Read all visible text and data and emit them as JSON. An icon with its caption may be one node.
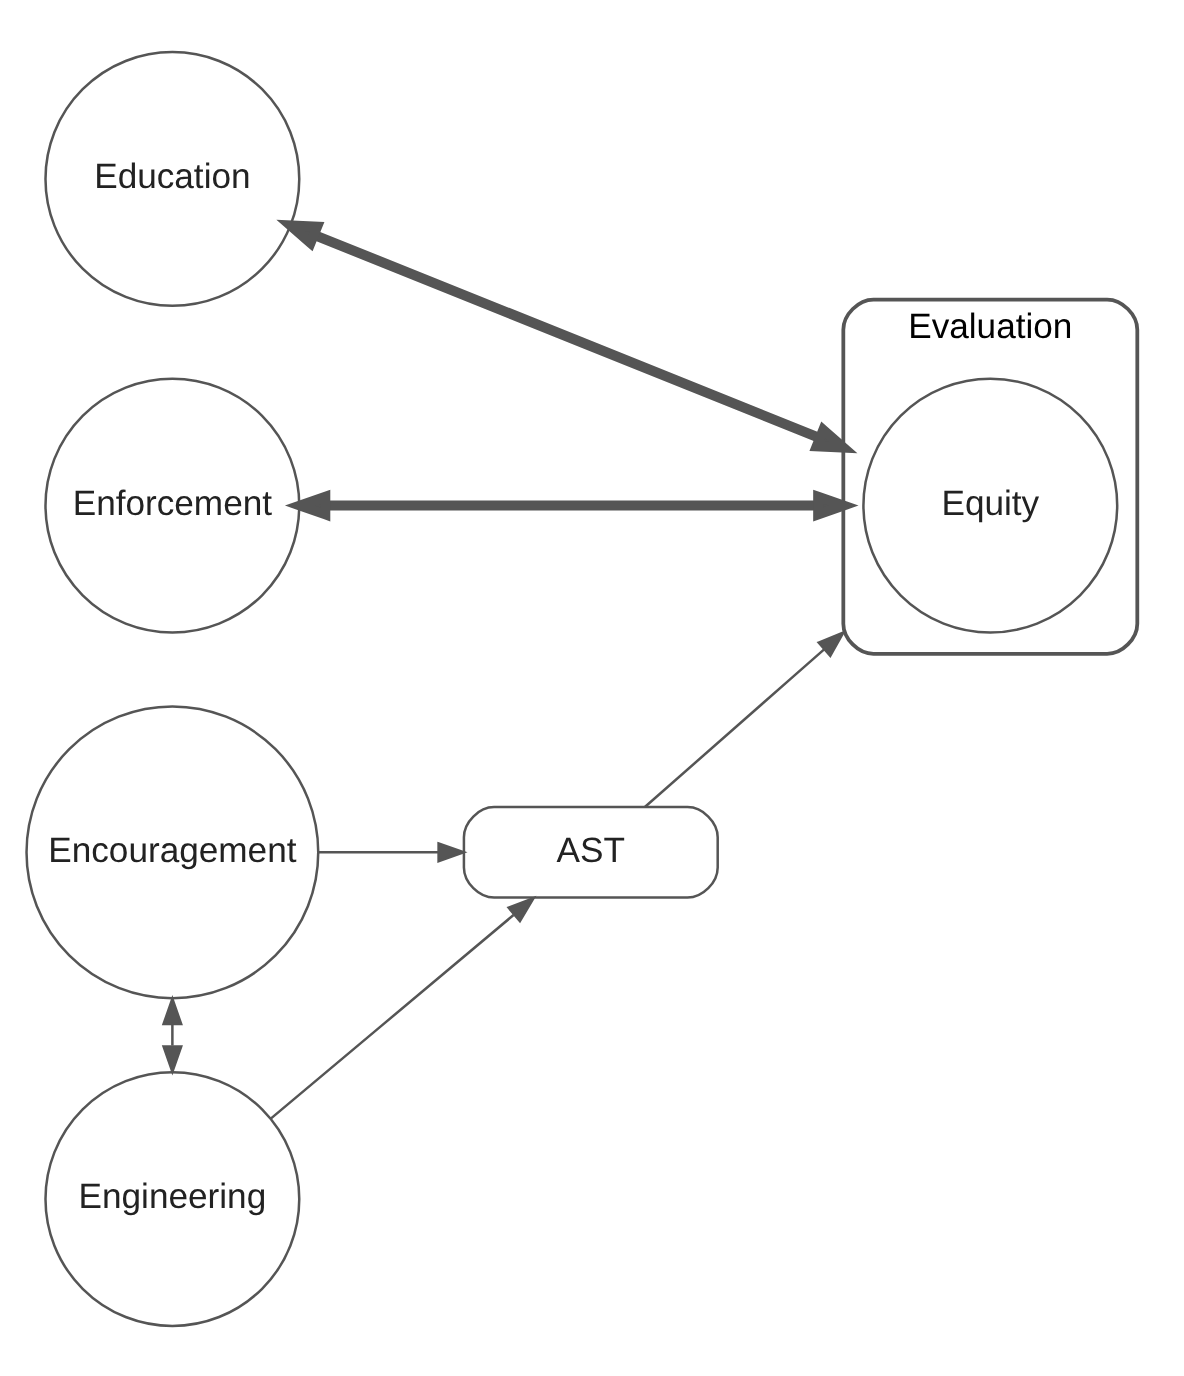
{
  "diagram": {
    "nodes": [
      {
        "text": [
          "Education"
        ]
      },
      {
        "text": [
          "Encouragement"
        ]
      },
      {
        "text": [
          "Engineering"
        ]
      },
      {
        "text": [
          "Enforcement"
        ]
      },
      {
        "text": [
          "AST"
        ]
      },
      {
        "text": [
          "Evaluation"
        ]
      },
      {
        "text": [
          "Equity"
        ],
        "in": 5
      }
    ],
    "edges": [
      {
        "from": 0,
        "to": 5,
        "arrow": "both",
        "style": "thick"
      },
      {
        "from": 1,
        "to": 2,
        "arrow": "both"
      },
      {
        "from": 1,
        "to": 4,
        "arrow": "to"
      },
      {
        "from": 2,
        "to": 4,
        "arrow": "to"
      },
      {
        "from": 4,
        "to": 5,
        "arrow": "to"
      },
      {
        "from": 3,
        "to": 5,
        "arrow": "both",
        "style": "thick"
      }
    ]
  }
}
